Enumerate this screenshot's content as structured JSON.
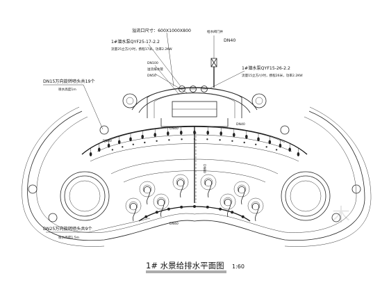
{
  "drawing": {
    "title": "1# 水景给排水平面图",
    "scale": "1:60",
    "watermark": "木",
    "labels": {
      "overflow": "溢流口尺寸：600X1000X800",
      "pump1_name": "1#潜水泵QYF25-17-2.2",
      "pump1_spec": "流量25立方/小时，扬程17米，功率2.2KW",
      "pump2_name": "1#潜水泵QYF15-26-2.2",
      "pump2_spec": "流量15立方/小时，扬程26米，功率2.2KW",
      "supply_valve": "给水阀门井",
      "supply_dn": "DN40",
      "dn100_label": "DN100",
      "overflow_pipe": "溢流排水管",
      "dn50_label": "DN50",
      "nozzle_top": "DN15万向旋转喷头共19个",
      "nozzle_top_note": "喷水高度1m",
      "nozzle_bottom": "DN25万向旋转喷头共9个",
      "nozzle_bottom_note": "喷水高度1.5m",
      "dn40": "DN40",
      "dn80": "DN80",
      "dn40_low": "DN40"
    }
  }
}
